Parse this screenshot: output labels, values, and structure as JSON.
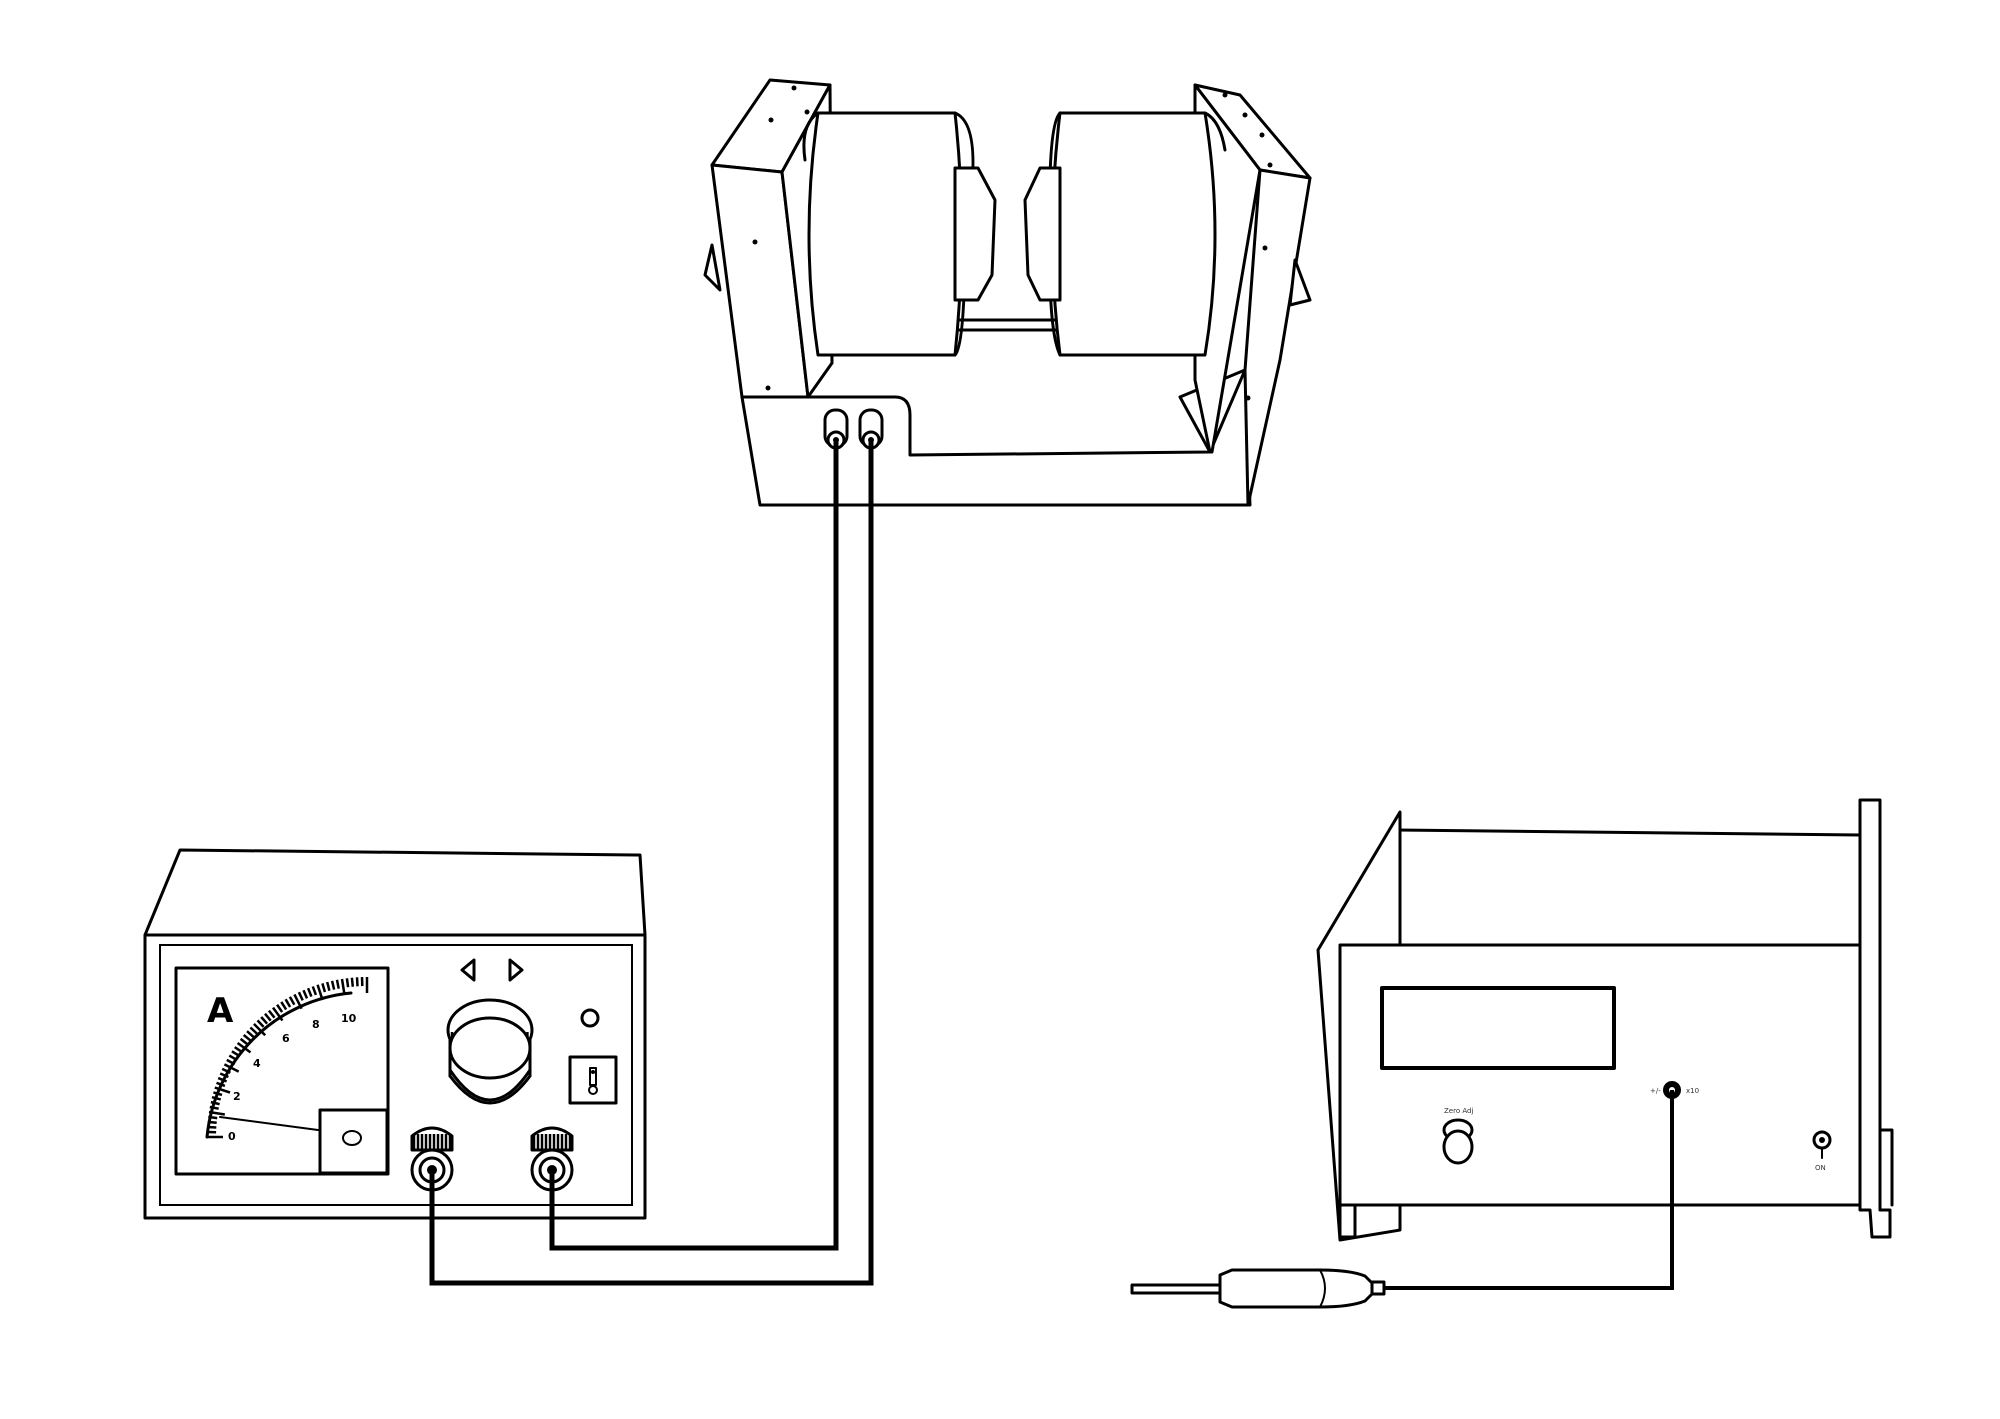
{
  "ammeter": {
    "unit_symbol": "A",
    "scale_labels": [
      "0",
      "2",
      "4",
      "6",
      "8",
      "10"
    ],
    "scale_min": 0,
    "scale_max": 10
  },
  "teslameter": {
    "zero_label": "Zero Adj",
    "on_label": "ON"
  }
}
